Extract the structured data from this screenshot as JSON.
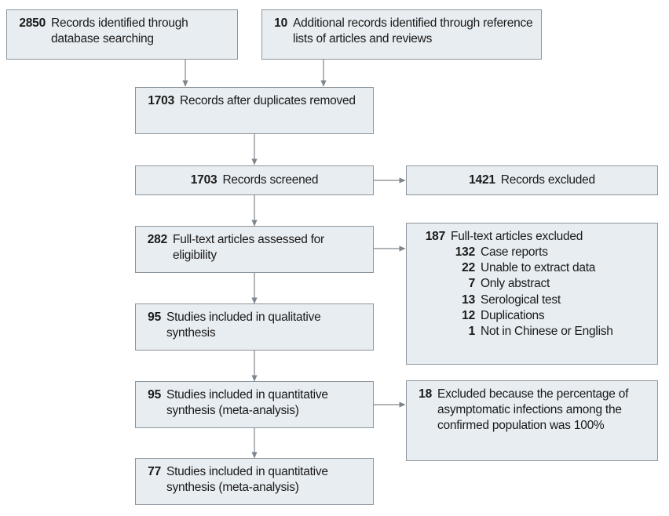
{
  "diagram": {
    "type": "prisma-flow-diagram",
    "colors": {
      "box_fill": "#e8edf1",
      "box_border": "#8d959c",
      "connector": "#7e868d",
      "text": "#1a1a1a"
    },
    "nodes": {
      "identified_database": {
        "count": "2850",
        "label": "Records identified through database searching"
      },
      "identified_additional": {
        "count": "10",
        "label": "Additional records identified through reference lists of articles and reviews"
      },
      "after_duplicates": {
        "count": "1703",
        "label": "Records after duplicates removed"
      },
      "screened": {
        "count": "1703",
        "label": "Records screened"
      },
      "records_excluded": {
        "count": "1421",
        "label": "Records excluded"
      },
      "fulltext_assessed": {
        "count": "282",
        "label": "Full-text articles assessed for eligibility"
      },
      "fulltext_excluded": {
        "count": "187",
        "label": "Full-text articles excluded",
        "reasons": [
          {
            "count": "132",
            "label": "Case reports"
          },
          {
            "count": "22",
            "label": "Unable to extract data"
          },
          {
            "count": "7",
            "label": "Only abstract"
          },
          {
            "count": "13",
            "label": "Serological test"
          },
          {
            "count": "12",
            "label": "Duplications"
          },
          {
            "count": "1",
            "label": "Not in Chinese or English"
          }
        ]
      },
      "qualitative": {
        "count": "95",
        "label": "Studies included in qualitative synthesis"
      },
      "quantitative_1": {
        "count": "95",
        "label": "Studies included in quantitative synthesis (meta-analysis)"
      },
      "excluded_percentage": {
        "count": "18",
        "label": "Excluded because the percentage of asymptomatic infections among the confirmed population was 100%"
      },
      "quantitative_2": {
        "count": "77",
        "label": "Studies included in quantitative synthesis (meta-analysis)"
      }
    }
  }
}
